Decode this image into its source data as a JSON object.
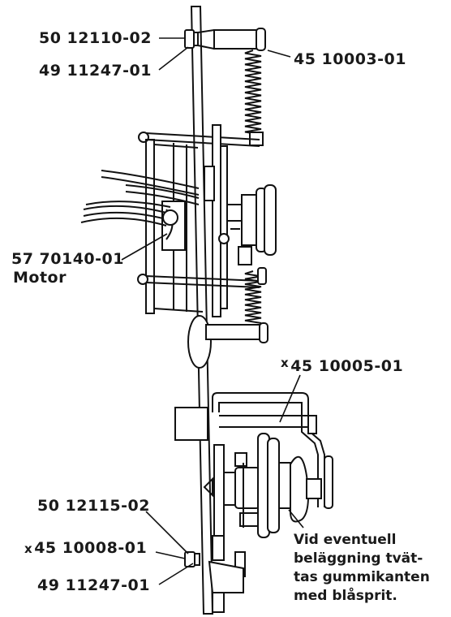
{
  "labels": {
    "top_screw": "50  12110-02",
    "top_washer": "49  11247-01",
    "top_spring": "45  10003-01",
    "motor_part": "57  70140-01",
    "motor_name": "Motor",
    "bracket_part": "45  10005-01",
    "bottom_screw": "50  12115-02",
    "bottom_spring": "45  10008-01",
    "bottom_washer": "49  11247-01"
  },
  "marks": {
    "bracket_mark": "x",
    "bottom_spring_mark": "x"
  },
  "note": {
    "line1": "Vid eventuell",
    "line2": "beläggning tvät-",
    "line3": "tas gummikanten",
    "line4": "med blåsprit."
  }
}
